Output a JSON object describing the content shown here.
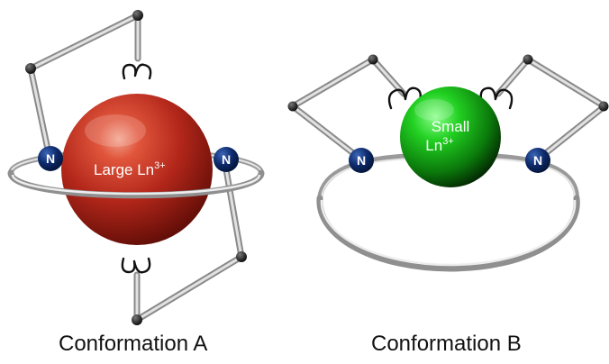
{
  "conformation_a": {
    "caption": "Conformation A",
    "ion_label": "Large Ln",
    "ion_charge": "3+",
    "ion_color": "#c0392b",
    "donor_label": "N"
  },
  "conformation_b": {
    "caption": "Conformation B",
    "ion_label_line1": "Small",
    "ion_label_line2": "Ln",
    "ion_charge": "3+",
    "ion_color": "#1db51d",
    "donor_label": "N"
  },
  "colors": {
    "nitrogen": "#0d2a6b",
    "rod": "#bdbdbd",
    "atom": "#111111"
  }
}
